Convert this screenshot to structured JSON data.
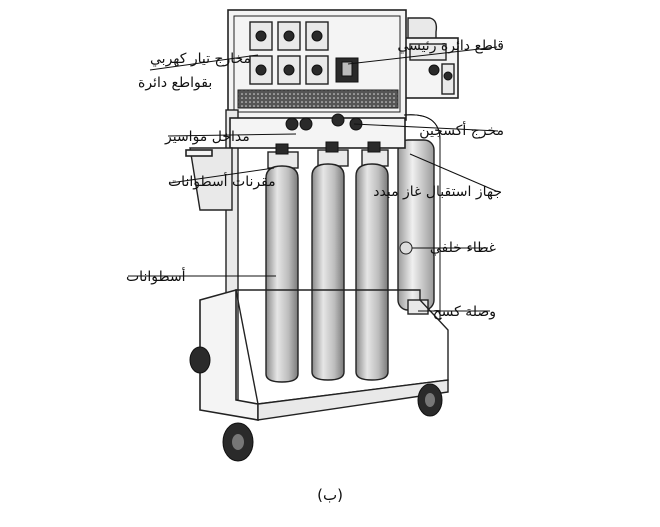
{
  "labels": {
    "outlets": [
      "مخارج تيار كهربي",
      "بقواطع دائرة"
    ],
    "main_breaker": "قاطع دائرة رئيسي",
    "hose_inlets": "مداخل مواسير",
    "oxygen_outlet": "مخرج أكسجين",
    "yoke": "مقرنات أسطوانات",
    "scavenger": "جهاز استقبال غاز مبدد",
    "back_cover": "غطاء خلفي",
    "cylinders": "أسطوانات",
    "scavenge_connector": "وصلة كسح"
  },
  "caption": "(ب)",
  "colors": {
    "ink": "#111111",
    "cylinder_light": "#e6e6e6",
    "cylinder_mid": "#bdbdbd",
    "cylinder_dark": "#8a8a8a"
  }
}
